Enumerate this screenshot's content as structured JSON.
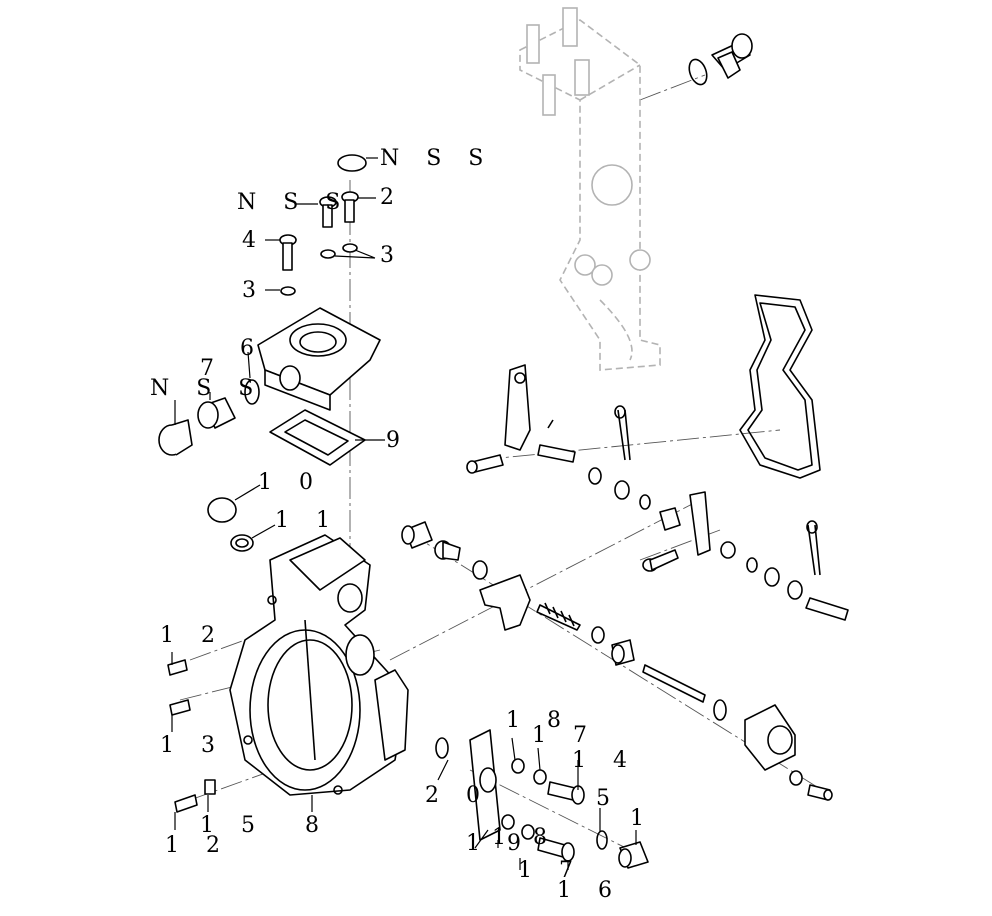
{
  "callouts": {
    "nss_top": "N S S",
    "nss_bolt": "N S S",
    "nss_plug": "N S S",
    "c2": "2",
    "c3a": "3",
    "c3b": "3",
    "c4": "4",
    "c6": "6",
    "c7": "7",
    "c9": "9",
    "c10": "1 0",
    "c11": "1 1",
    "c12": "1 2",
    "c13": "1 3",
    "c12b": "1 2",
    "c15": "1 5",
    "c8": "8",
    "c20": "2 0",
    "c18": "1 8",
    "c17a": "1 7",
    "c14": "1 4",
    "c5": "5",
    "c1": "1",
    "c19": "1 9",
    "c18b": "1 8",
    "c17b": "1 7",
    "c16": "1 6"
  }
}
